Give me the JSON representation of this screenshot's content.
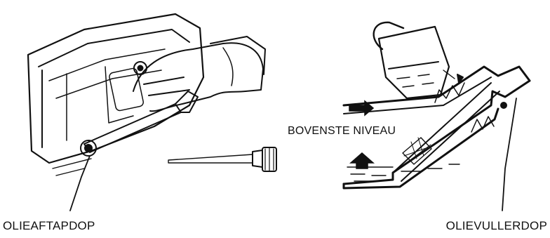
{
  "labels": {
    "drain_plug": "OLIEAFTAPDOP",
    "upper_level": "BOVENSTE NIVEAU",
    "filler_plug": "OLIEVULLERDOP"
  }
}
